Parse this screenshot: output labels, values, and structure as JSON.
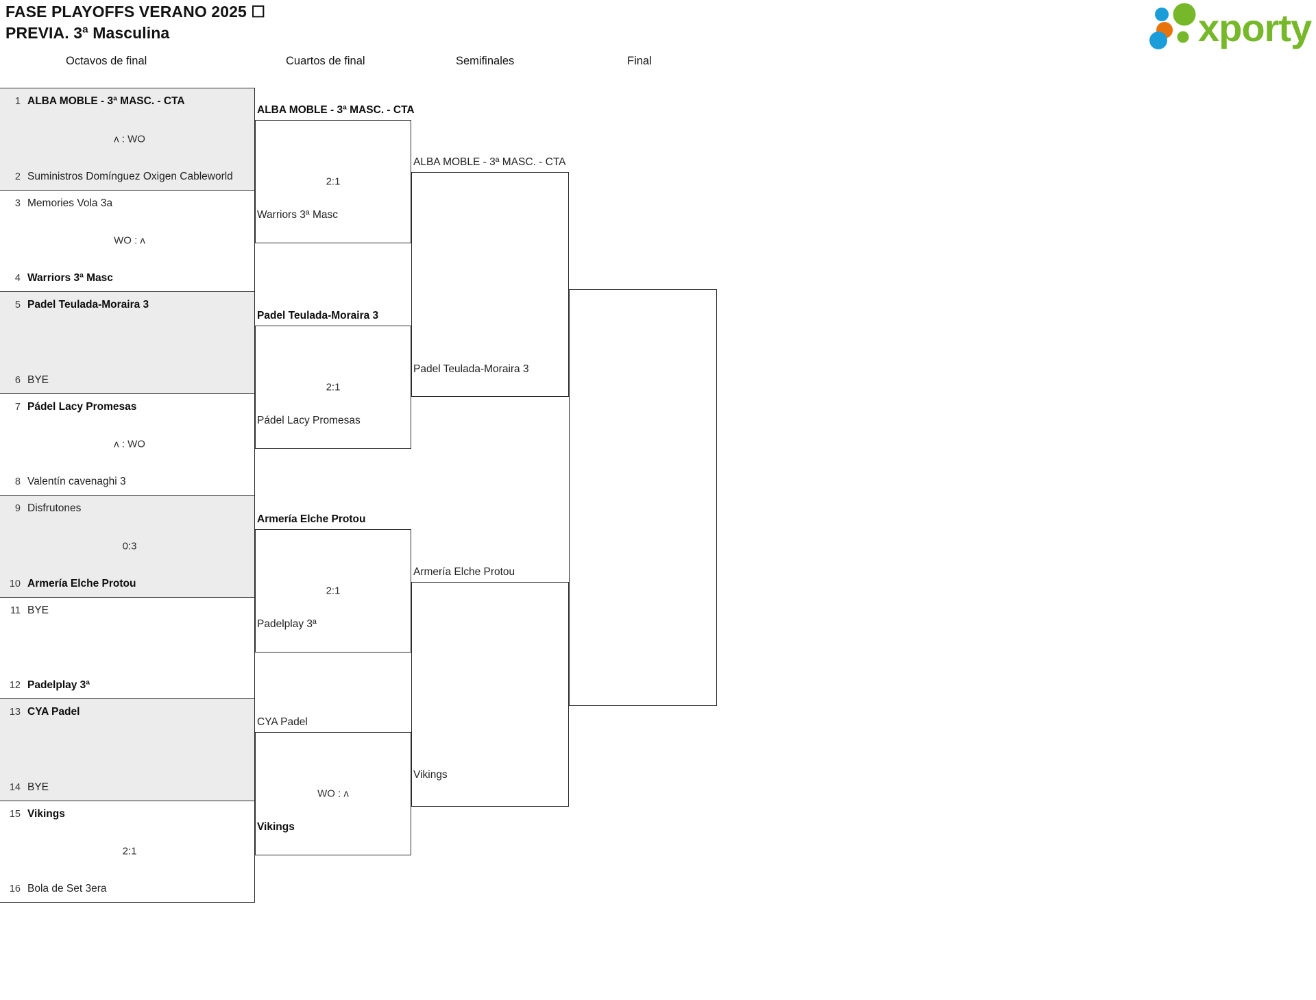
{
  "header": {
    "title": "FASE PLAYOFFS VERANO 2025 ☐\nPREVIA. 3ª Masculina",
    "logo_text": "xporty",
    "logo_colors": {
      "green": "#76b82a",
      "orange": "#e8730c",
      "blue": "#1b9dd9"
    }
  },
  "rounds": [
    {
      "label": "Octavos de final"
    },
    {
      "label": "Cuartos de final"
    },
    {
      "label": "Semifinales"
    },
    {
      "label": "Final"
    }
  ],
  "round1": {
    "matches": [
      {
        "shaded": true,
        "top": {
          "seed": "1",
          "name": "ALBA MOBLE - 3ª MASC. - CTA",
          "winner": true
        },
        "bottom": {
          "seed": "2",
          "name": "Suministros Domínguez Oxigen Cableworld",
          "winner": false
        },
        "score": "ʌ : WO"
      },
      {
        "shaded": false,
        "top": {
          "seed": "3",
          "name": "Memories Vola 3a",
          "winner": false
        },
        "bottom": {
          "seed": "4",
          "name": "Warriors 3ª Masc",
          "winner": true
        },
        "score": "WO : ʌ"
      },
      {
        "shaded": true,
        "top": {
          "seed": "5",
          "name": "Padel Teulada-Moraira 3",
          "winner": true
        },
        "bottom": {
          "seed": "6",
          "name": "BYE",
          "winner": false
        },
        "score": ""
      },
      {
        "shaded": false,
        "top": {
          "seed": "7",
          "name": "Pádel Lacy Promesas",
          "winner": true
        },
        "bottom": {
          "seed": "8",
          "name": "Valentín cavenaghi 3",
          "winner": false
        },
        "score": "ʌ : WO"
      },
      {
        "shaded": true,
        "top": {
          "seed": "9",
          "name": "Disfrutones",
          "winner": false
        },
        "bottom": {
          "seed": "10",
          "name": "Armería Elche Protou",
          "winner": true
        },
        "score": "0:3"
      },
      {
        "shaded": false,
        "top": {
          "seed": "11",
          "name": "BYE",
          "winner": false
        },
        "bottom": {
          "seed": "12",
          "name": "Padelplay 3ª",
          "winner": true
        },
        "score": ""
      },
      {
        "shaded": true,
        "top": {
          "seed": "13",
          "name": "CYA Padel",
          "winner": true
        },
        "bottom": {
          "seed": "14",
          "name": "BYE",
          "winner": false
        },
        "score": ""
      },
      {
        "shaded": false,
        "top": {
          "seed": "15",
          "name": "Vikings",
          "winner": true
        },
        "bottom": {
          "seed": "16",
          "name": "Bola de Set 3era",
          "winner": false
        },
        "score": "2:1"
      }
    ]
  },
  "round2": {
    "matches": [
      {
        "top": "ALBA MOBLE - 3ª MASC. - CTA",
        "top_winner": true,
        "bottom": "Warriors 3ª Masc",
        "bottom_winner": false,
        "score": "2:1"
      },
      {
        "top": "Padel Teulada-Moraira 3",
        "top_winner": true,
        "bottom": "Pádel Lacy Promesas",
        "bottom_winner": false,
        "score": "2:1"
      },
      {
        "top": "Armería Elche Protou",
        "top_winner": true,
        "bottom": "Padelplay 3ª",
        "bottom_winner": false,
        "score": "2:1"
      },
      {
        "top": "CYA Padel",
        "top_winner": false,
        "bottom": "Vikings",
        "bottom_winner": true,
        "score": "WO : ʌ"
      }
    ]
  },
  "round3": {
    "matches": [
      {
        "top": "ALBA MOBLE - 3ª MASC. - CTA",
        "top_winner": false,
        "bottom": "Padel Teulada-Moraira 3",
        "bottom_winner": false,
        "score": ""
      },
      {
        "top": "Armería Elche Protou",
        "top_winner": false,
        "bottom": "Vikings",
        "bottom_winner": false,
        "score": ""
      }
    ]
  },
  "round4": {
    "matches": [
      {
        "top": "",
        "top_winner": false,
        "bottom": "",
        "bottom_winner": false,
        "score": ""
      }
    ]
  }
}
